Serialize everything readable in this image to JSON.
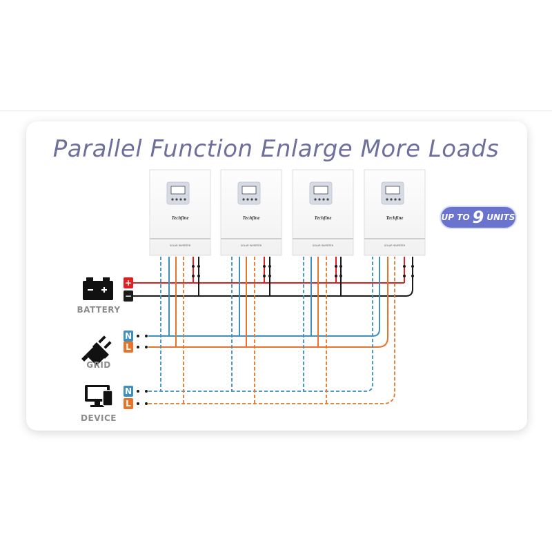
{
  "title": "Parallel Function Enlarge More Loads",
  "badge": {
    "prefix": "UP TO",
    "count": "9",
    "suffix": "UNITS",
    "color": "#6a74cf"
  },
  "inverter": {
    "brand": "Techfine",
    "label": "SOLAR INVERTER",
    "count": 4
  },
  "battery": {
    "label": "BATTERY",
    "positive": "+",
    "negative": "−"
  },
  "grid": {
    "label": "GRID",
    "neutral": "N",
    "live": "L"
  },
  "device": {
    "label": "DEVICE",
    "neutral": "N",
    "live": "L"
  },
  "colors": {
    "positive": "#e02020",
    "negative": "#1a1a1a",
    "neutral": "#3d8fc0",
    "live": "#e8742a",
    "title": "#6f6f9c"
  },
  "icons": [
    "battery-icon",
    "plug-icon",
    "device-icon"
  ]
}
